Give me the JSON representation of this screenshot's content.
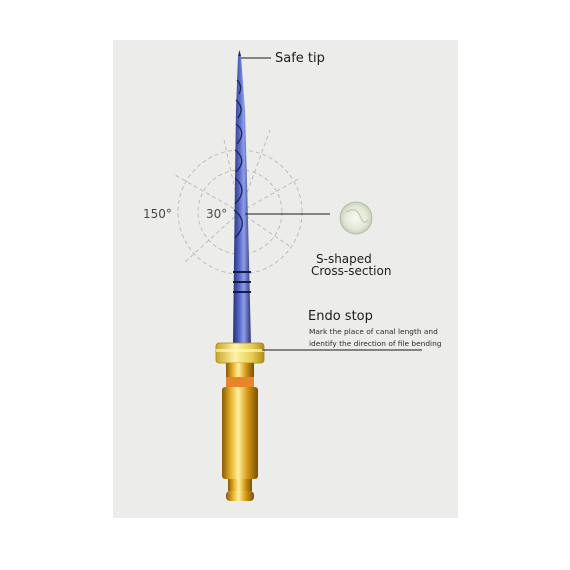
{
  "labels": {
    "safe_tip": "Safe tip",
    "angle_150": "150°",
    "angle_30": "30°",
    "cross_section_line1": "S-shaped",
    "cross_section_line2": "Cross-section",
    "endo_stop": "Endo stop",
    "endo_stop_desc_line1": "Mark the place of canal length and",
    "endo_stop_desc_line2": "identify the direction of file bending"
  },
  "colors": {
    "background": "#ffffff",
    "panel": "#ececeb",
    "file_blue": "#3f4ea8",
    "handle_gold": "#d8a41a",
    "stop_yellow": "#f2df6a",
    "handle_band_orange": "#e8852a",
    "leader_line": "#1a1a1a",
    "angle_guides": "#b8b8b8"
  }
}
